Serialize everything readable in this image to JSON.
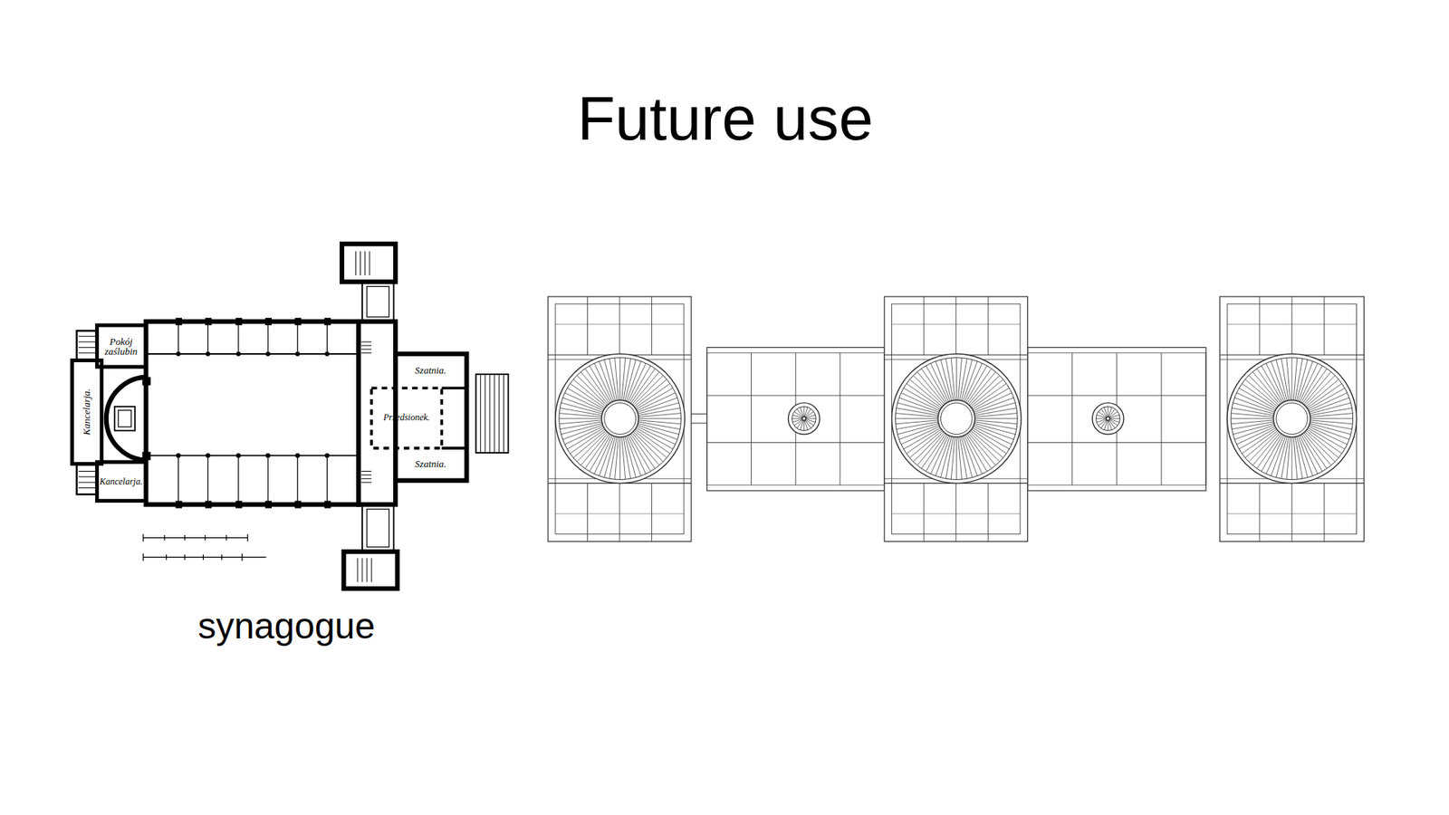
{
  "diagram": {
    "title": "Future use",
    "labels": [
      "Pokój zaślubin",
      "Kancelarja.",
      "Szatnia.",
      "Przedsionek.",
      "Kancelarja.",
      "Szatnia.",
      "synagogue"
    ]
  }
}
